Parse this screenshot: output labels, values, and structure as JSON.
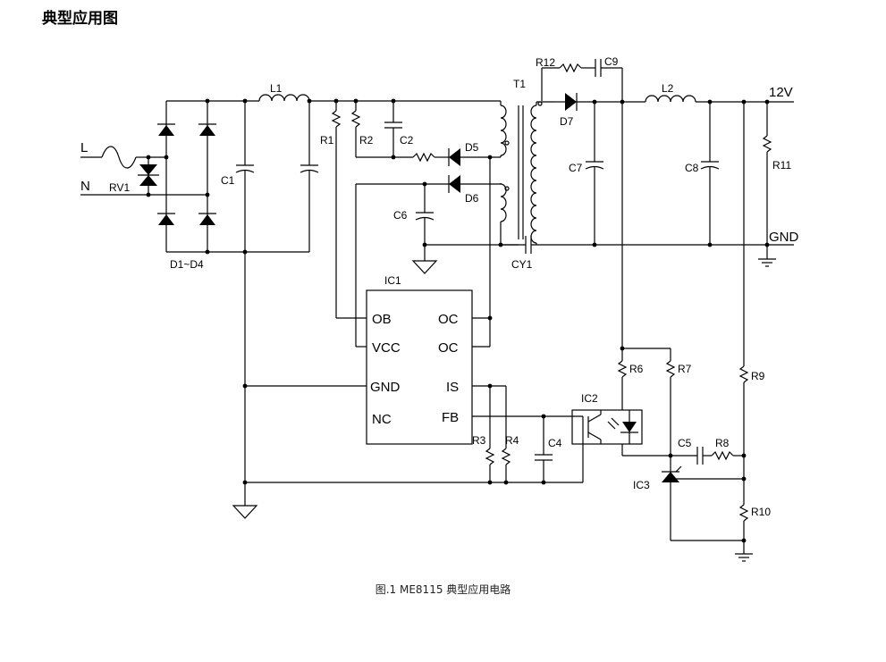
{
  "title": "典型应用图",
  "caption": "图.1   ME8115  典型应用电路",
  "labels": {
    "L": "L",
    "N": "N",
    "RV1": "RV1",
    "D1D4": "D1~D4",
    "L1": "L1",
    "C1": "C1",
    "R1": "R1",
    "R2": "R2",
    "C2": "C2",
    "D5": "D5",
    "D6": "D6",
    "C6": "C6",
    "T1": "T1",
    "R12": "R12",
    "C9": "C9",
    "D7": "D7",
    "C7": "C7",
    "L2": "L2",
    "C8": "C8",
    "V12": "12V",
    "R11": "R11",
    "GND_OUT": "GND",
    "CY1": "CY1",
    "IC1": "IC1",
    "IC2": "IC2",
    "IC3": "IC3",
    "R3": "R3",
    "R4": "R4",
    "C4": "C4",
    "R6": "R6",
    "R7": "R7",
    "R9": "R9",
    "C5": "C5",
    "R8": "R8",
    "R10": "R10"
  },
  "ic1_pins": {
    "OB": "OB",
    "VCC": "VCC",
    "GND": "GND",
    "NC": "NC",
    "OC1": "OC",
    "OC2": "OC",
    "IS": "IS",
    "FB": "FB"
  }
}
